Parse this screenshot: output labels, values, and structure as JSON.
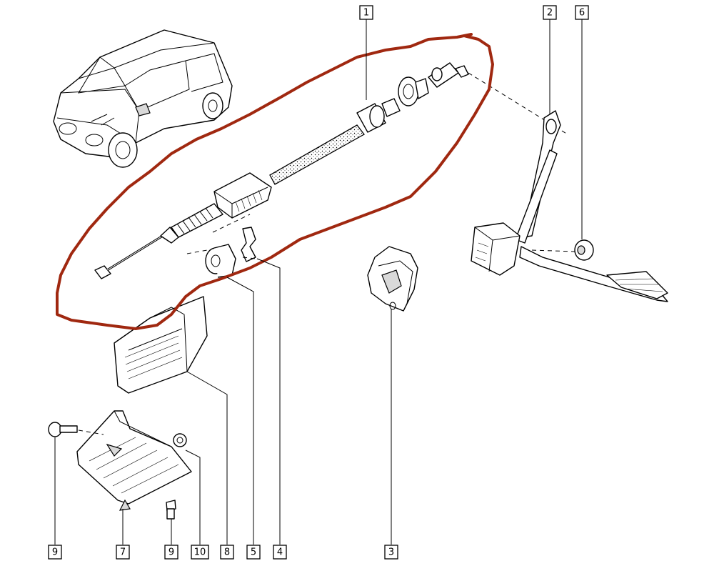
{
  "colors": {
    "ink": "#000000",
    "paper": "#ffffff",
    "highlight": "#a02810"
  },
  "callouts": {
    "c1": "1",
    "c2": "2",
    "c6": "6",
    "c9a": "9",
    "c7": "7",
    "c9b": "9",
    "c10": "10",
    "c8": "8",
    "c5": "5",
    "c4": "4",
    "c3": "3"
  }
}
